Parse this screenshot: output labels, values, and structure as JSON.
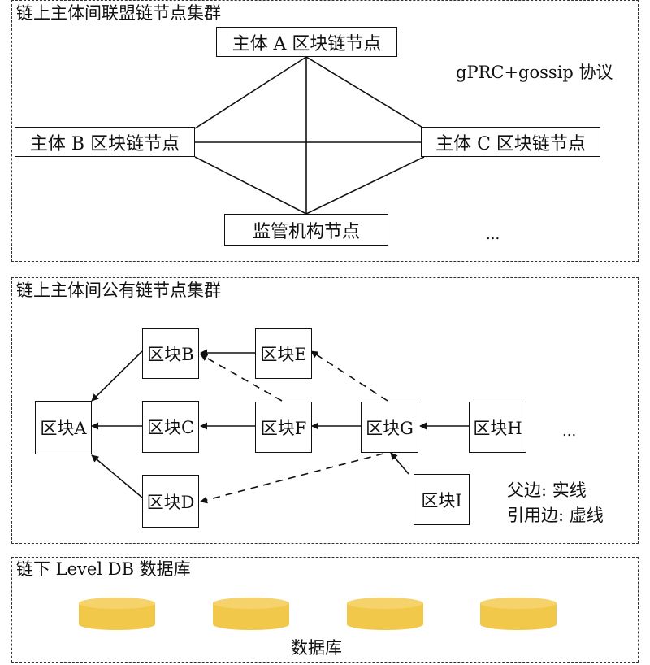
{
  "consortium": {
    "title": "链上主体间联盟链节点集群",
    "nodes": {
      "a": "主体 A 区块链节点",
      "b": "主体 B 区块链节点",
      "c": "主体 C 区块链节点",
      "reg": "监管机构节点"
    },
    "protocol": "gPRC+gossip 协议",
    "ellipsis": "..."
  },
  "public": {
    "title": "链上主体间公有链节点集群",
    "blocks": {
      "a": "区块A",
      "b": "区块B",
      "c": "区块C",
      "d": "区块D",
      "e": "区块E",
      "f": "区块F",
      "g": "区块G",
      "h": "区块H",
      "i": "区块I"
    },
    "ellipsis": "...",
    "legend": {
      "parent": "父边: 实线",
      "ref": "引用边: 虚线"
    }
  },
  "offchain": {
    "title": "链下 Level DB 数据库",
    "db_label": "数据库",
    "db_color": "#f2c84b"
  }
}
